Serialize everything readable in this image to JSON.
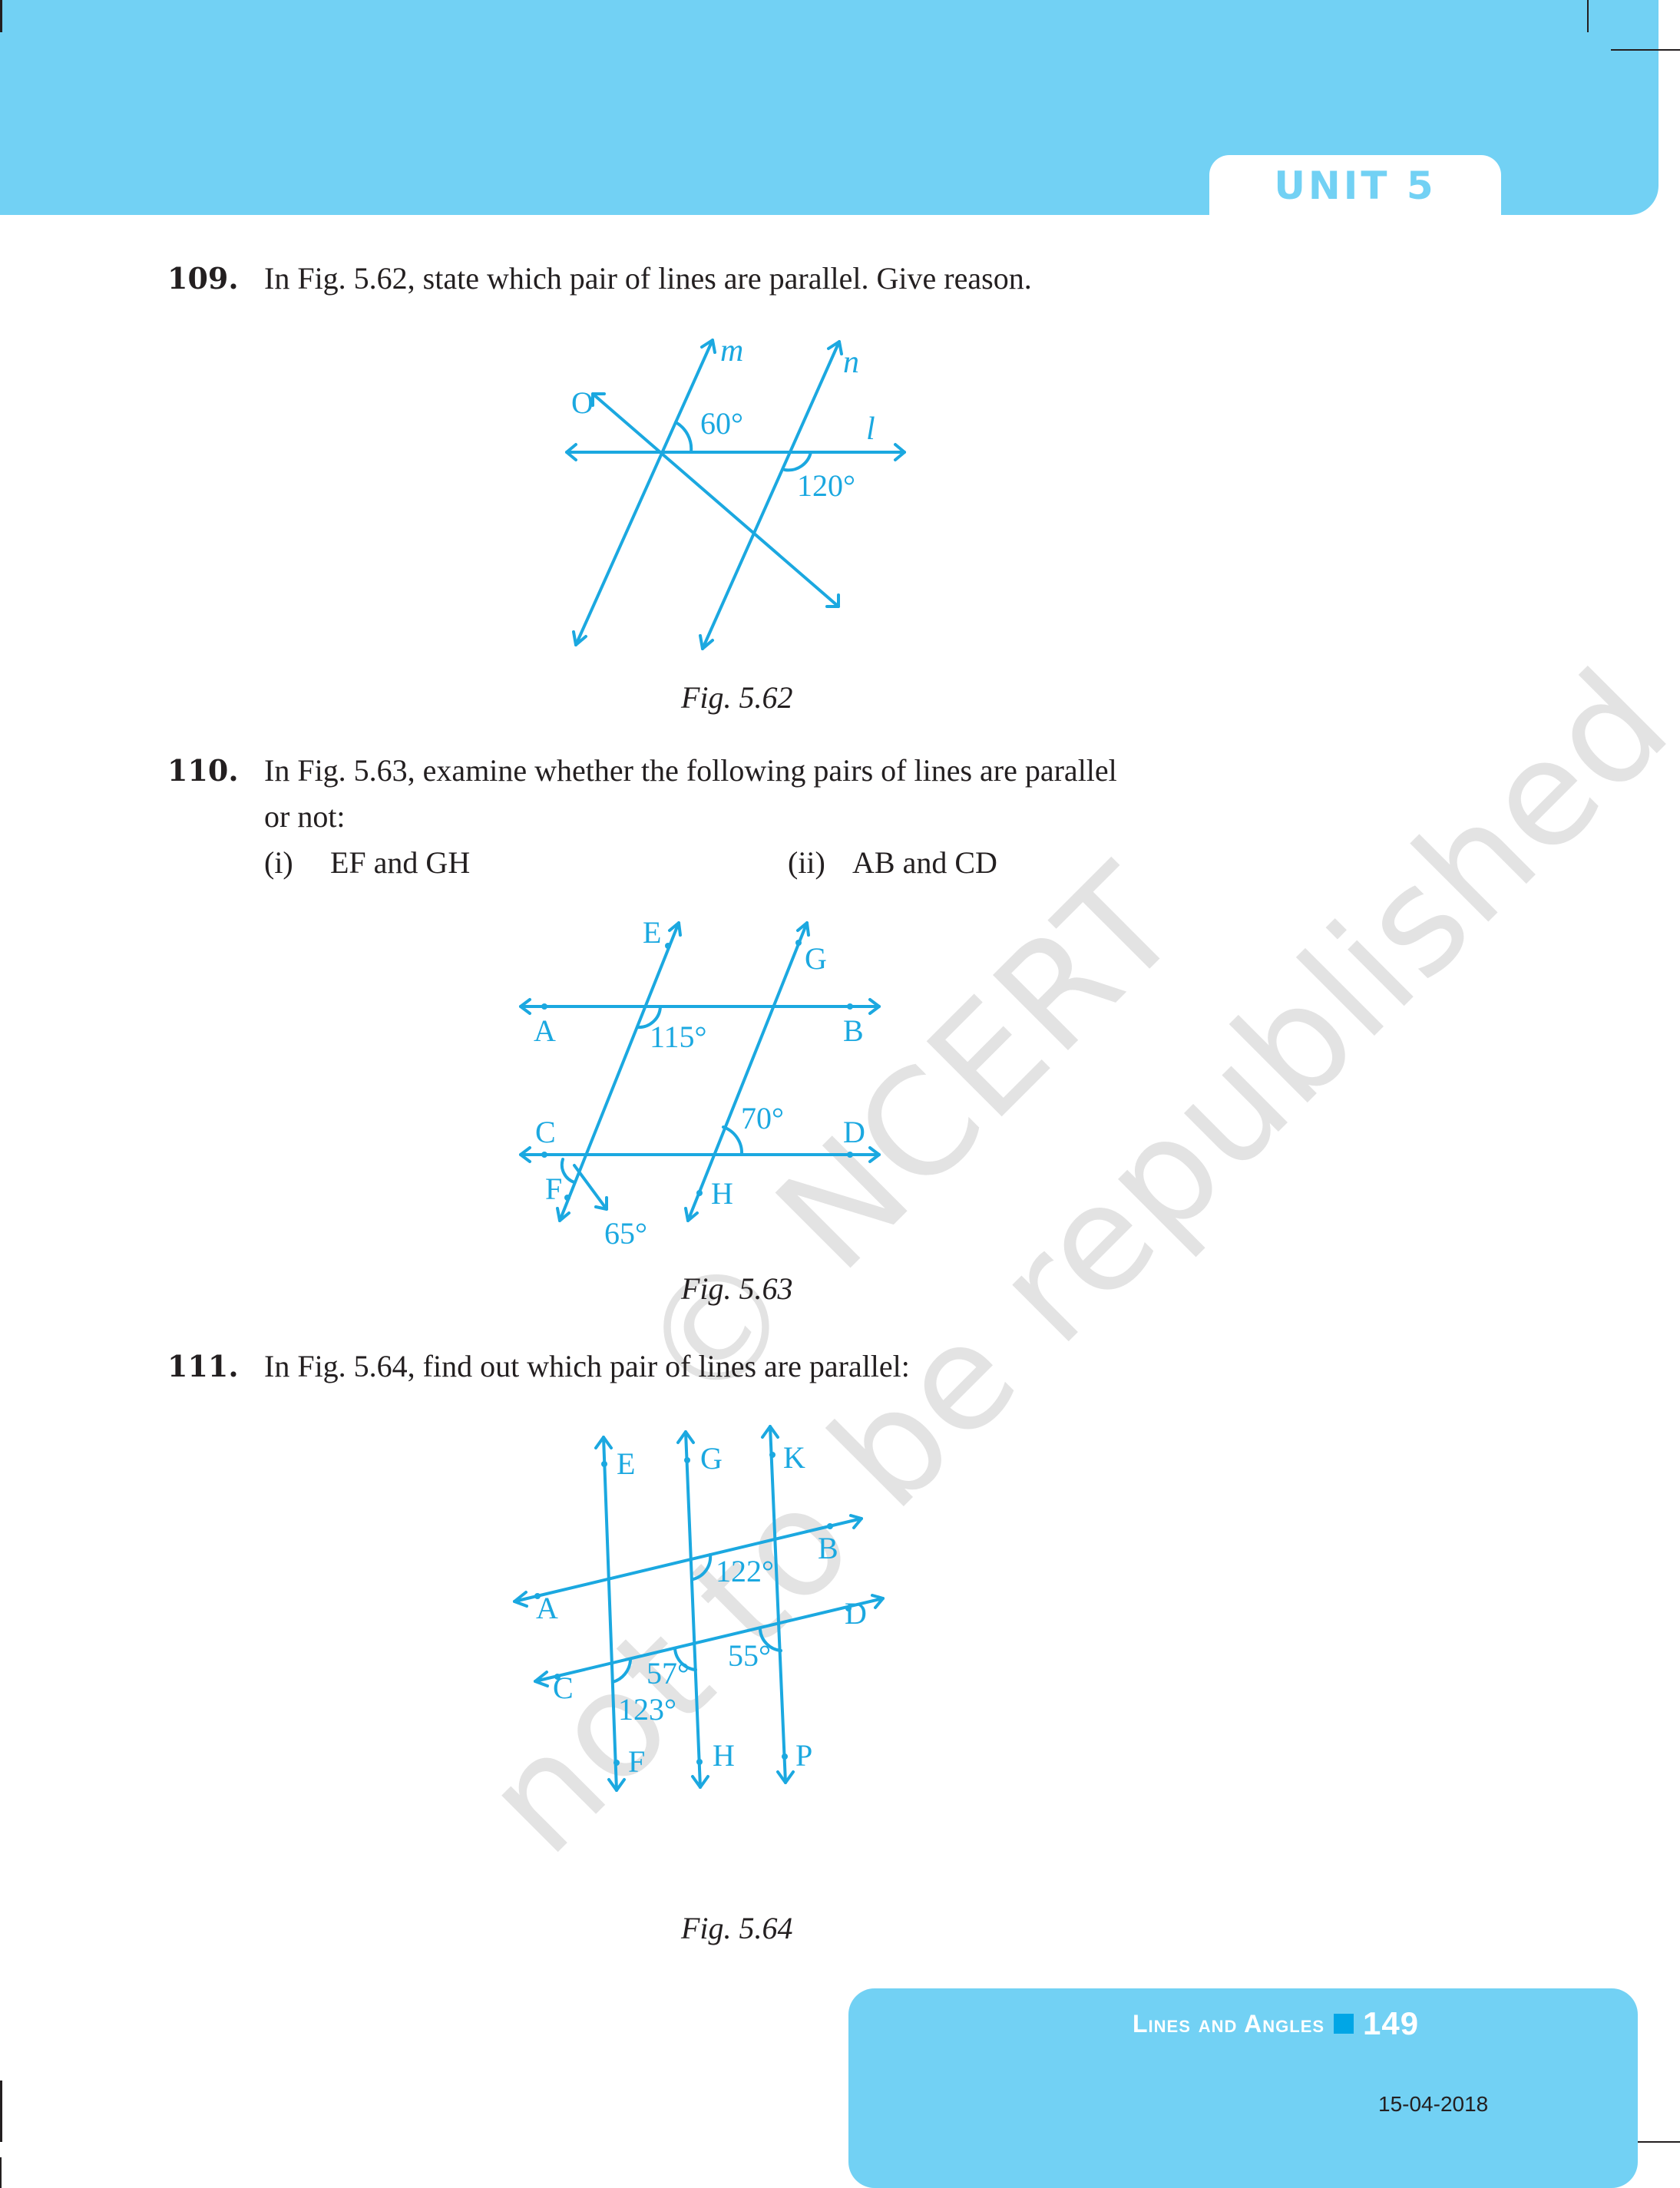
{
  "header": {
    "unit_label": "UNIT 5",
    "band_color": "#72d1f4"
  },
  "questions": [
    {
      "number": "109.",
      "text": "In Fig. 5.62, state which pair of lines are parallel. Give reason.",
      "figure": {
        "caption": "Fig. 5.62",
        "labels": {
          "m": "m",
          "n": "n",
          "l": "l",
          "o": "O"
        },
        "angles": [
          "60°",
          "120°"
        ]
      }
    },
    {
      "number": "110.",
      "text_line1": "In Fig. 5.63, examine whether the following pairs of lines are parallel",
      "text_line2": "or not:",
      "sub_items": [
        {
          "marker": "(i)",
          "text": "EF and GH"
        },
        {
          "marker": "(ii)",
          "text": "AB and CD"
        }
      ],
      "figure": {
        "caption": "Fig. 5.63",
        "points": [
          "E",
          "G",
          "A",
          "B",
          "C",
          "D",
          "F",
          "H"
        ],
        "angles": [
          "115°",
          "70°",
          "65°"
        ]
      }
    },
    {
      "number": "111.",
      "text": "In Fig. 5.64, find out which pair of lines are parallel:",
      "figure": {
        "caption": "Fig. 5.64",
        "points": [
          "E",
          "G",
          "K",
          "B",
          "A",
          "D",
          "C",
          "F",
          "H",
          "P"
        ],
        "angles": [
          "122°",
          "57°",
          "55°",
          "123°"
        ]
      }
    }
  ],
  "watermark": {
    "line1": "© NCERT",
    "line2": "not to be republished"
  },
  "footer": {
    "chapter_title": "Lines and Angles",
    "page_number": "149",
    "date": "15-04-2018"
  }
}
